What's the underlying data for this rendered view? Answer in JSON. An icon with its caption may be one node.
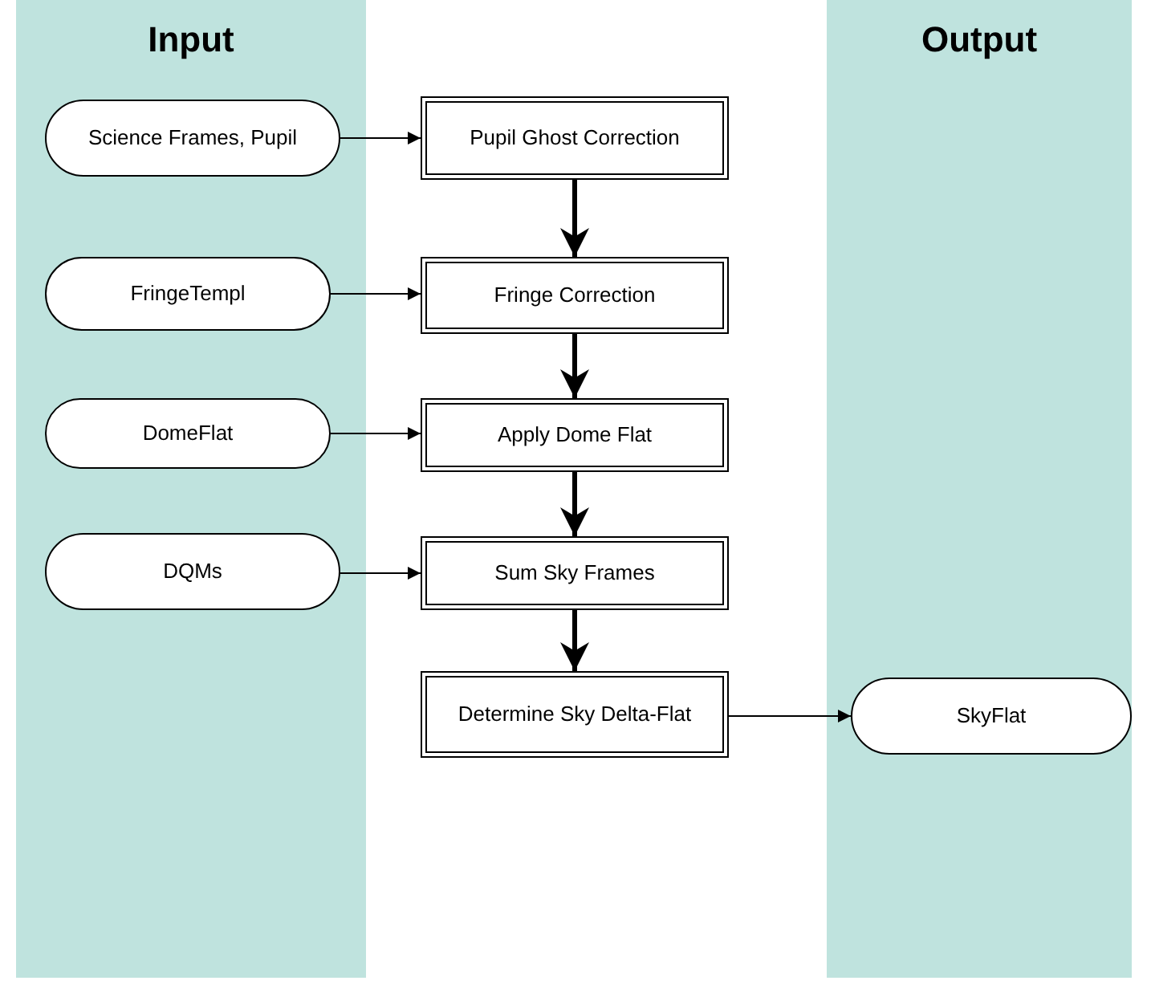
{
  "diagram": {
    "nodes": [
      {
        "text": [
          "Input"
        ]
      },
      {
        "text": [
          "Output"
        ]
      },
      {
        "text": [
          "Science Frames, Pupil"
        ],
        "in": 0
      },
      {
        "text": [
          "Pupil Ghost Correction"
        ]
      },
      {
        "text": [
          "FringeTempl"
        ],
        "in": 0
      },
      {
        "text": [
          "Fringe Correction"
        ]
      },
      {
        "text": [
          "DomeFlat"
        ],
        "in": 0
      },
      {
        "text": [
          "Apply Dome Flat"
        ]
      },
      {
        "text": [
          "DQMs"
        ],
        "in": 0
      },
      {
        "text": [
          "Sum Sky Frames"
        ]
      },
      {
        "text": [
          "Determine Sky Delta-Flat"
        ]
      },
      {
        "text": [
          "SkyFlat"
        ],
        "in": 1
      }
    ],
    "edges": [
      {
        "from": 2,
        "to": 3,
        "arrow": "to"
      },
      {
        "from": 3,
        "to": 5,
        "arrow": "to",
        "style": "thick"
      },
      {
        "from": 4,
        "to": 5,
        "arrow": "to"
      },
      {
        "from": 5,
        "to": 7,
        "arrow": "to",
        "style": "thick"
      },
      {
        "from": 6,
        "to": 7,
        "arrow": "to"
      },
      {
        "from": 7,
        "to": 9,
        "arrow": "to",
        "style": "thick"
      },
      {
        "from": 8,
        "to": 9,
        "arrow": "to"
      },
      {
        "from": 9,
        "to": 10,
        "arrow": "to",
        "style": "thick"
      },
      {
        "from": 10,
        "to": 11,
        "arrow": "to"
      }
    ]
  }
}
